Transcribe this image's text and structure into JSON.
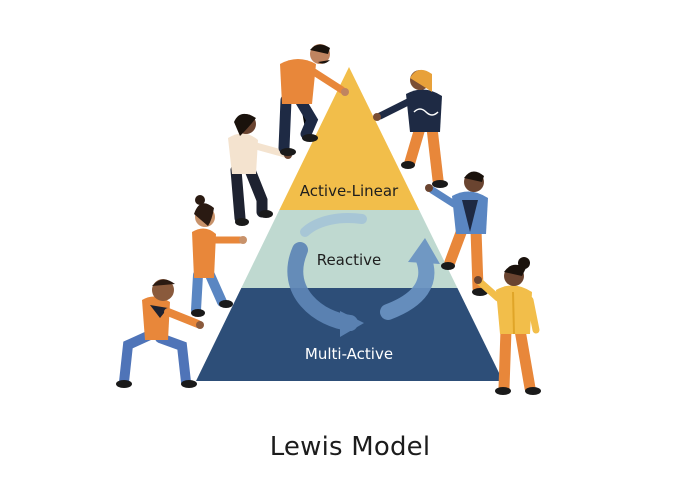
{
  "diagram": {
    "tiers": [
      {
        "label": "Active-Linear",
        "color": "#F2BE4A",
        "text_color": "#1e1e1e"
      },
      {
        "label": "Reactive",
        "color": "#BFD9D0",
        "text_color": "#1e1e1e"
      },
      {
        "label": "Multi-Active",
        "color": "#2D4E78",
        "text_color": "#ffffff"
      }
    ],
    "cycle_arrow_color": "#5E86B6",
    "caption": "Lewis Model"
  },
  "people": [
    {
      "name": "kneeling-person-bottom-left",
      "shirt": "#E8873A",
      "pants": "#4F74B8",
      "hair": "#2a1a12",
      "skin": "#8A5A3C"
    },
    {
      "name": "climbing-person-left-middle",
      "shirt": "#E8873A",
      "pants": "#5A86C2",
      "hair": "#2a1a12",
      "skin": "#C8926A"
    },
    {
      "name": "climbing-person-left-upper",
      "shirt": "#F4E3CF",
      "pants": "#1E2230",
      "hair": "#1a120c",
      "skin": "#6A4430"
    },
    {
      "name": "top-person-left",
      "shirt": "#E8873A",
      "pants": "#1E2A44",
      "hair": "#1a120c",
      "skin": "#C08460"
    },
    {
      "name": "top-person-right",
      "shirt": "#1E2A44",
      "pants": "#E8873A",
      "hair": "#E8A13A",
      "skin": "#7A4E34"
    },
    {
      "name": "climbing-person-right-middle",
      "shirt": "#5A86C2",
      "pants": "#E8873A",
      "hair": "#1a120c",
      "skin": "#6A4430"
    },
    {
      "name": "standing-person-bottom-right",
      "shirt": "#F2BE4A",
      "pants": "#E8873A",
      "hair": "#1a120c",
      "skin": "#6A4430"
    }
  ]
}
